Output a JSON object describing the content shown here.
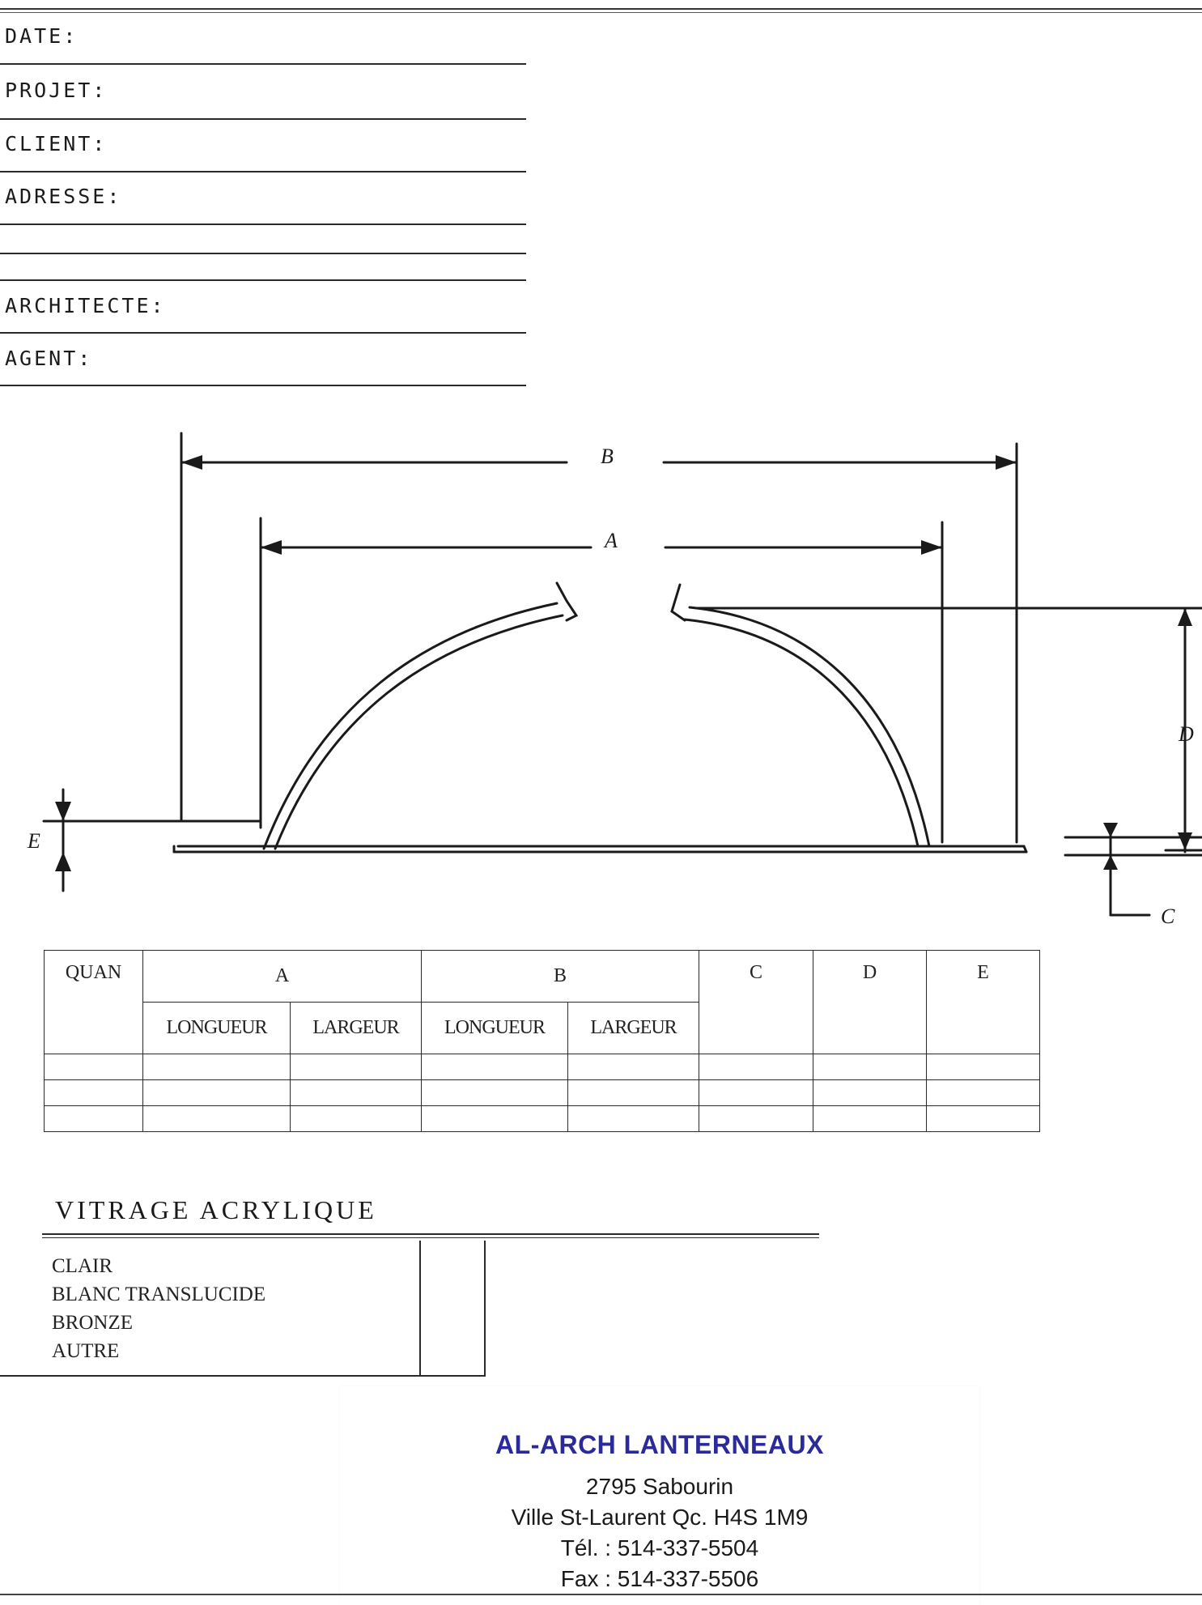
{
  "form": {
    "fields": [
      {
        "label": "DATE:"
      },
      {
        "label": "PROJET:"
      },
      {
        "label": "CLIENT:"
      },
      {
        "label": "ADRESSE:"
      },
      {
        "label": ""
      },
      {
        "label": "ARCHITECTE:"
      },
      {
        "label": "AGENT:"
      }
    ]
  },
  "drawing": {
    "labels": {
      "b": "B",
      "a": "A",
      "d": "D",
      "e": "E",
      "c": "C"
    }
  },
  "table": {
    "header": {
      "quan": "QUAN",
      "a": "A",
      "b": "B",
      "c": "C",
      "d": "D",
      "e": "E",
      "a_length": "LONGUEUR",
      "a_width": "LARGEUR",
      "b_length": "LONGUEUR",
      "b_width": "LARGEUR"
    }
  },
  "vitrage": {
    "title": "VITRAGE ACRYLIQUE",
    "options": [
      "CLAIR",
      "BLANC TRANSLUCIDE",
      "BRONZE",
      "AUTRE"
    ]
  },
  "company": {
    "name": "AL-ARCH LANTERNEAUX",
    "street": "2795 Sabourin",
    "city": "Ville St-Laurent Qc.  H4S 1M9",
    "tel": "Tél. : 514-337-5504",
    "fax": "Fax : 514-337-5506",
    "brand_color": "#2b2a9a"
  }
}
